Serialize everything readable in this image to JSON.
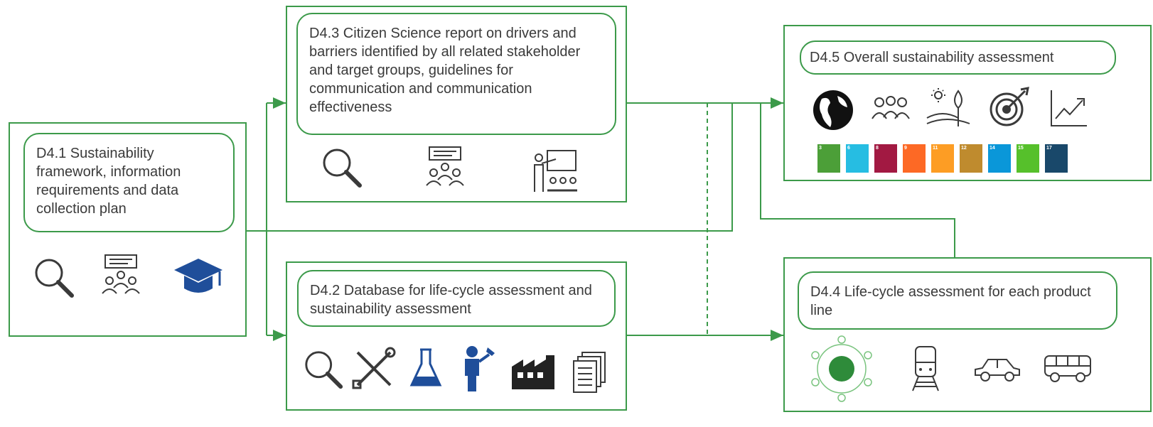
{
  "boxes": {
    "d41": {
      "label": "D4.1 Sustainability framework, information requirements and data collection plan",
      "icons": [
        "magnifier-icon",
        "speaker-audience-icon",
        "graduation-cap-icon"
      ]
    },
    "d43": {
      "label": "D4.3 Citizen Science report on drivers and barriers identified by all related stakeholder and target groups, guidelines for communication and communication effectiveness",
      "icons": [
        "magnifier-icon",
        "speaker-audience-icon",
        "presenter-icon"
      ]
    },
    "d42": {
      "label": "D4.2 Database for life-cycle assessment and sustainability assessment",
      "icons": [
        "magnifier-icon",
        "tools-icon",
        "flask-icon",
        "worker-icon",
        "factory-icon",
        "documents-icon"
      ]
    },
    "d45": {
      "label": "D4.5 Overall sustainability assessment",
      "icons": [
        "globe-icon",
        "group-icon",
        "plant-sun-icon",
        "target-icon",
        "growth-chart-icon"
      ]
    },
    "d44": {
      "label": "D4.4 Life-cycle assessment for each product line",
      "icons": [
        "life-cycle-wheel-icon",
        "train-icon",
        "car-icon",
        "bus-icon"
      ]
    }
  },
  "sdg_tiles": [
    {
      "num": "3",
      "color": "#4c9f38"
    },
    {
      "num": "6",
      "color": "#26bde2"
    },
    {
      "num": "8",
      "color": "#a21942"
    },
    {
      "num": "9",
      "color": "#fd6925"
    },
    {
      "num": "11",
      "color": "#fd9d24"
    },
    {
      "num": "12",
      "color": "#bf8b2e"
    },
    {
      "num": "14",
      "color": "#0a97d9"
    },
    {
      "num": "15",
      "color": "#56c02b"
    },
    {
      "num": "17",
      "color": "#19486a"
    }
  ],
  "colors": {
    "line": "#3c9a4a",
    "icon_dark": "#3a3a3a",
    "icon_blue": "#1f4e9a"
  }
}
